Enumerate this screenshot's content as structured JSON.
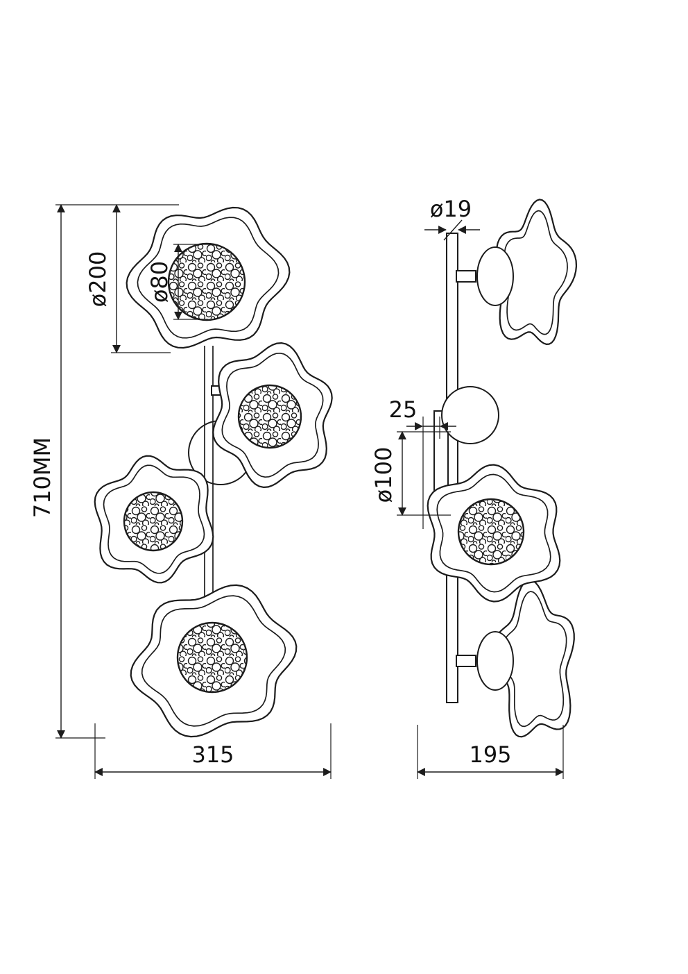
{
  "front_view": {
    "height_label": "710MM",
    "flower_diameter_label": "ø200",
    "crystal_diameter_label": "ø80",
    "width_label": "315"
  },
  "side_view": {
    "tube_diameter_label": "ø19",
    "offset_label": "25",
    "canopy_diameter_label": "ø100",
    "depth_label": "195"
  }
}
